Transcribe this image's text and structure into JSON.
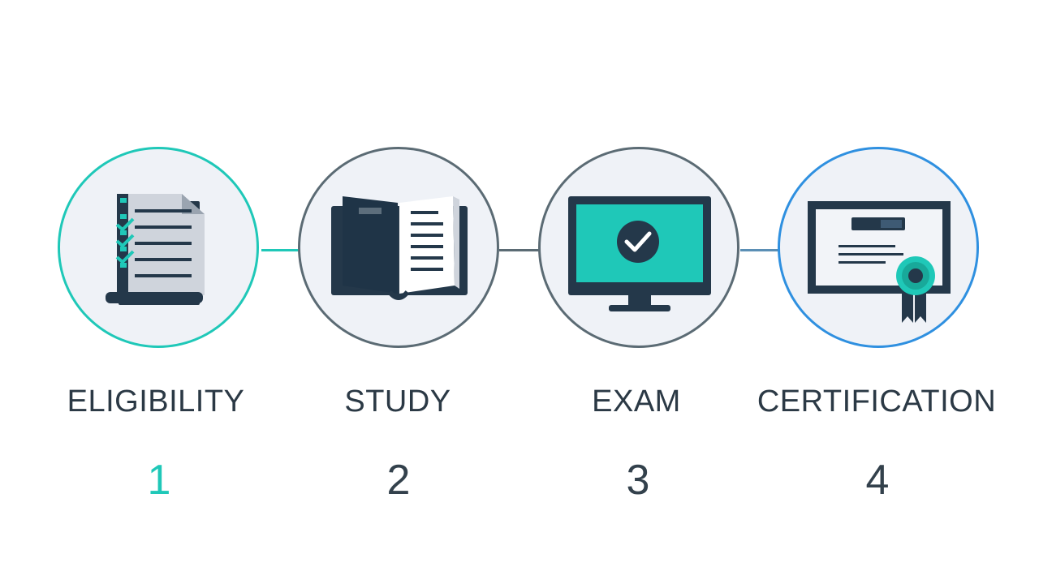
{
  "colors": {
    "accent_teal": "#1fc8b8",
    "accent_blue": "#2f90e0",
    "ring_gray": "#5b6b74",
    "connector_gray": "#5b6b74",
    "navy": "#24384a",
    "text_dark": "#2b3945",
    "circle_fill": "#eff2f7"
  },
  "steps": [
    {
      "label": "ELIGIBILITY",
      "number": "1",
      "icon": "checklist-document-icon"
    },
    {
      "label": "STUDY",
      "number": "2",
      "icon": "open-book-icon"
    },
    {
      "label": "EXAM",
      "number": "3",
      "icon": "monitor-check-icon"
    },
    {
      "label": "CERTIFICATION",
      "number": "4",
      "icon": "certificate-ribbon-icon"
    }
  ]
}
